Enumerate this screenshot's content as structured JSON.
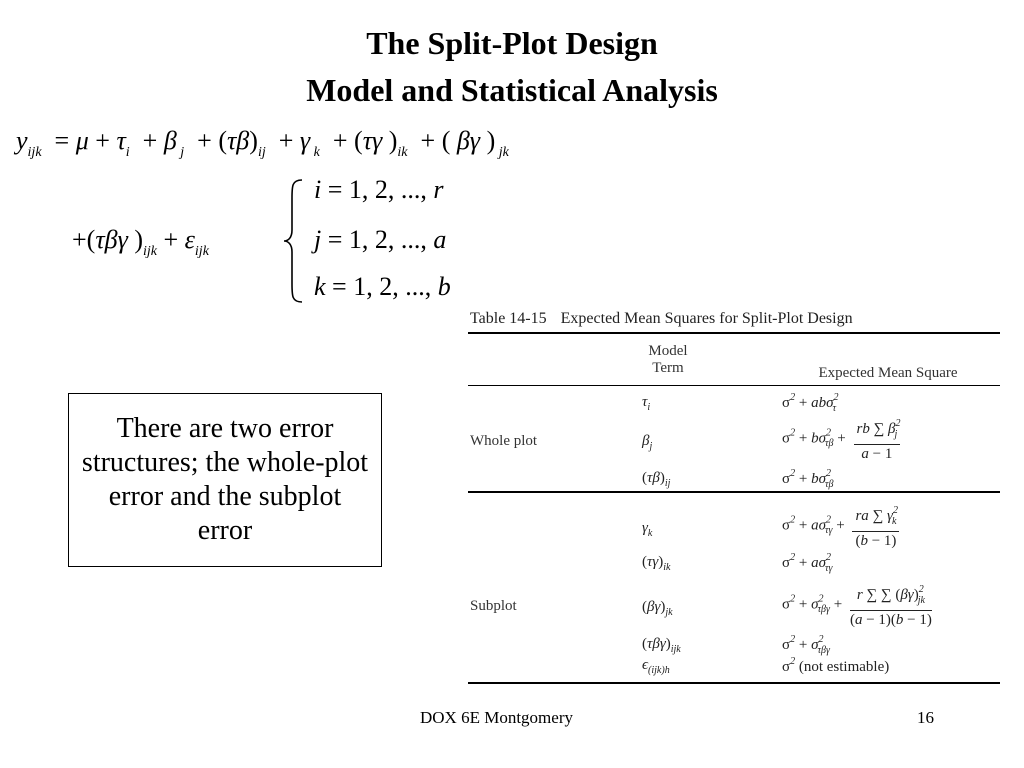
{
  "slide": {
    "title_line1": "The Split-Plot Design",
    "title_line2": "Model and Statistical Analysis",
    "footer_source": "DOX 6E Montgomery",
    "page_number": "16"
  },
  "model": {
    "line1": "y_ijk = μ + τ_i + β_j + (τβ)_ij + γ_k + (τγ)_ik + (βγ)_jk",
    "line2": "+(τβγ)_ijk + ε_ijk",
    "conditions": [
      "i = 1, 2, ..., r",
      "j = 1, 2, ..., a",
      "k = 1, 2, ..., b"
    ]
  },
  "note": "There are two error structures; the whole-plot error and the subplot error",
  "table": {
    "caption_number": "Table 14-15",
    "caption_text": "Expected Mean Squares for Split-Plot Design",
    "header_model_term_line1": "Model",
    "header_model_term_line2": "Term",
    "header_ems": "Expected Mean Square",
    "groups": [
      "Whole plot",
      "Subplot"
    ],
    "rows": [
      {
        "term": "τ_i",
        "ems": "σ² + abσ²_τ"
      },
      {
        "term": "β_j",
        "ems": "σ² + bσ²_τβ + rb Σ β_j² / (a − 1)"
      },
      {
        "term": "(τβ)_ij",
        "ems": "σ² + bσ²_τβ"
      },
      {
        "term": "γ_k",
        "ems": "σ² + aσ²_τγ + ra Σ γ_k² / (b − 1)"
      },
      {
        "term": "(τγ)_ik",
        "ems": "σ² + aσ²_τγ"
      },
      {
        "term": "(βγ)_jk",
        "ems": "σ² + σ²_τβγ + r Σ Σ (βγ)²_jk / (a − 1)(b − 1)"
      },
      {
        "term": "(τβγ)_ijk",
        "ems": "σ² + σ²_τβγ"
      },
      {
        "term": "ε_(ijk)h",
        "ems": "σ² (not estimable)"
      }
    ]
  }
}
